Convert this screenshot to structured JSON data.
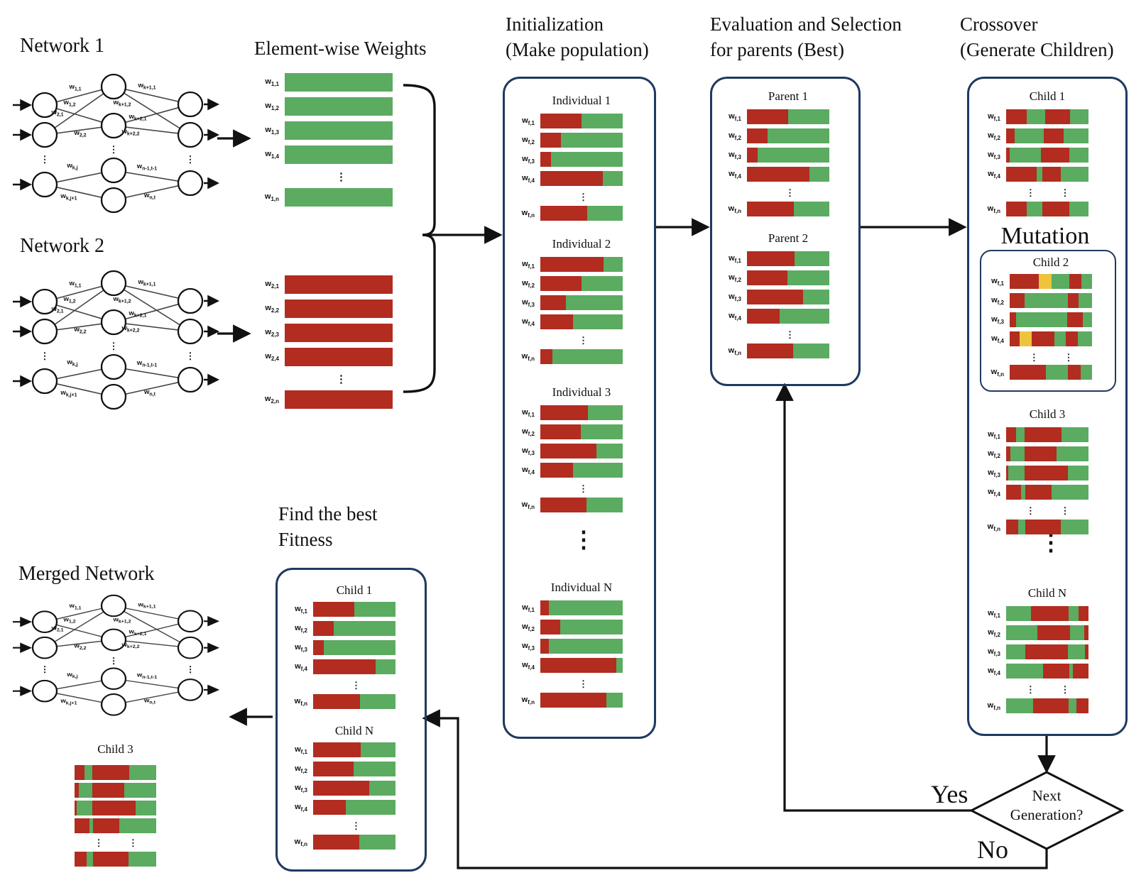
{
  "colors": {
    "green": "#5bab61",
    "red": "#b22c20",
    "yellow": "#eec33e",
    "navy": "#1e3a5f",
    "line": "#111111"
  },
  "glyphs": {
    "vellipsis": "⋮"
  },
  "weight_label_base": "w",
  "titles": {
    "network1": "Network 1",
    "network2": "Network 2",
    "merged_network": "Merged Network",
    "element_wise": "Element-wise Weights",
    "initialization_1": "Initialization",
    "initialization_2": "(Make population)",
    "evaluation_1": "Evaluation and Selection",
    "evaluation_2": "for parents (Best)",
    "crossover_1": "Crossover",
    "crossover_2": "(Generate Children)",
    "find_best_1": "Find the best",
    "find_best_2": "Fitness",
    "mutation": "Mutation"
  },
  "decision": {
    "line1": "Next",
    "line2": "Generation?",
    "yes": "Yes",
    "no": "No"
  },
  "network_weight_labels": [
    "1,1",
    "1,2",
    "2,1",
    "2,2",
    "k+1,1",
    "k+1,2",
    "k+2,1",
    "k+2,2",
    "k,j",
    "k,j+1",
    "n-1,t-1",
    "n,t"
  ],
  "element_wise": {
    "network1_weights": {
      "labels": [
        "1,1",
        "1,2",
        "1,3",
        "1,4",
        "1,n"
      ],
      "color": "green"
    },
    "network2_weights": {
      "labels": [
        "2,1",
        "2,2",
        "2,3",
        "2,4",
        "2,n"
      ],
      "color": "red"
    }
  },
  "bar_groups": {
    "individual1": {
      "title": "Individual 1",
      "labels": [
        "f,1",
        "f,2",
        "f,3",
        "f,4",
        "f,n"
      ],
      "dots": "single",
      "rows": [
        [
          [
            "r",
            50
          ],
          [
            "g",
            50
          ]
        ],
        [
          [
            "r",
            25
          ],
          [
            "g",
            75
          ]
        ],
        [
          [
            "r",
            13
          ],
          [
            "g",
            87
          ]
        ],
        [
          [
            "r",
            76
          ],
          [
            "g",
            24
          ]
        ],
        [
          [
            "r",
            57
          ],
          [
            "g",
            43
          ]
        ]
      ]
    },
    "individual2": {
      "title": "Individual 2",
      "labels": [
        "f,1",
        "f,2",
        "f,3",
        "f,4",
        "f,n"
      ],
      "dots": "single",
      "rows": [
        [
          [
            "r",
            77
          ],
          [
            "g",
            23
          ]
        ],
        [
          [
            "r",
            50
          ],
          [
            "g",
            50
          ]
        ],
        [
          [
            "r",
            31
          ],
          [
            "g",
            69
          ]
        ],
        [
          [
            "r",
            40
          ],
          [
            "g",
            60
          ]
        ],
        [
          [
            "r",
            15
          ],
          [
            "g",
            85
          ]
        ]
      ]
    },
    "individual3": {
      "title": "Individual 3",
      "labels": [
        "f,1",
        "f,2",
        "f,3",
        "f,4",
        "f,n"
      ],
      "dots": "single",
      "rows": [
        [
          [
            "r",
            58
          ],
          [
            "g",
            42
          ]
        ],
        [
          [
            "r",
            49
          ],
          [
            "g",
            51
          ]
        ],
        [
          [
            "r",
            68
          ],
          [
            "g",
            32
          ]
        ],
        [
          [
            "r",
            40
          ],
          [
            "g",
            60
          ]
        ],
        [
          [
            "r",
            56
          ],
          [
            "g",
            44
          ]
        ]
      ]
    },
    "individualN": {
      "title": "Individual N",
      "labels": [
        "f,1",
        "f,2",
        "f,3",
        "f,4",
        "f,n"
      ],
      "dots": "single",
      "rows": [
        [
          [
            "r",
            10
          ],
          [
            "g",
            90
          ]
        ],
        [
          [
            "r",
            24
          ],
          [
            "g",
            76
          ]
        ],
        [
          [
            "r",
            10
          ],
          [
            "g",
            90
          ]
        ],
        [
          [
            "r",
            92
          ],
          [
            "g",
            8
          ]
        ],
        [
          [
            "r",
            80
          ],
          [
            "g",
            20
          ]
        ]
      ]
    },
    "parent1": {
      "title": "Parent 1",
      "labels": [
        "f,1",
        "f,2",
        "f,3",
        "f,4",
        "f,n"
      ],
      "dots": "single",
      "rows": [
        [
          [
            "r",
            50
          ],
          [
            "g",
            50
          ]
        ],
        [
          [
            "r",
            25
          ],
          [
            "g",
            75
          ]
        ],
        [
          [
            "r",
            13
          ],
          [
            "g",
            87
          ]
        ],
        [
          [
            "r",
            76
          ],
          [
            "g",
            24
          ]
        ],
        [
          [
            "r",
            57
          ],
          [
            "g",
            43
          ]
        ]
      ]
    },
    "parent2": {
      "title": "Parent 2",
      "labels": [
        "f,1",
        "f,2",
        "f,3",
        "f,4",
        "f,n"
      ],
      "dots": "single",
      "rows": [
        [
          [
            "r",
            58
          ],
          [
            "g",
            42
          ]
        ],
        [
          [
            "r",
            49
          ],
          [
            "g",
            51
          ]
        ],
        [
          [
            "r",
            68
          ],
          [
            "g",
            32
          ]
        ],
        [
          [
            "r",
            40
          ],
          [
            "g",
            60
          ]
        ],
        [
          [
            "r",
            56
          ],
          [
            "g",
            44
          ]
        ]
      ]
    },
    "crossover_child1": {
      "title": "Child 1",
      "labels": [
        "f,1",
        "f,2",
        "f,3",
        "f,4",
        "f,n"
      ],
      "dots": "double",
      "rows": [
        [
          [
            "r",
            25
          ],
          [
            "g",
            22
          ],
          [
            "r",
            31
          ],
          [
            "g",
            22
          ]
        ],
        [
          [
            "r",
            10
          ],
          [
            "g",
            36
          ],
          [
            "r",
            24
          ],
          [
            "g",
            30
          ]
        ],
        [
          [
            "r",
            4
          ],
          [
            "g",
            38
          ],
          [
            "r",
            35
          ],
          [
            "g",
            23
          ]
        ],
        [
          [
            "r",
            37
          ],
          [
            "g",
            7
          ],
          [
            "r",
            22
          ],
          [
            "g",
            34
          ]
        ],
        [
          [
            "r",
            25
          ],
          [
            "g",
            19
          ],
          [
            "r",
            33
          ],
          [
            "g",
            23
          ]
        ]
      ]
    },
    "crossover_child2": {
      "title": "Child 2",
      "labels": [
        "f,1",
        "f,2",
        "f,3",
        "f,4",
        "f,n"
      ],
      "dots": "double",
      "rows": [
        [
          [
            "r",
            35
          ],
          [
            "y",
            16
          ],
          [
            "g",
            21
          ],
          [
            "r",
            15
          ],
          [
            "g",
            13
          ]
        ],
        [
          [
            "r",
            18
          ],
          [
            "g",
            53
          ],
          [
            "r",
            13
          ],
          [
            "g",
            16
          ]
        ],
        [
          [
            "r",
            8
          ],
          [
            "g",
            62
          ],
          [
            "r",
            19
          ],
          [
            "g",
            11
          ]
        ],
        [
          [
            "r",
            12
          ],
          [
            "y",
            15
          ],
          [
            "r",
            27
          ],
          [
            "g",
            14
          ],
          [
            "r",
            15
          ],
          [
            "g",
            17
          ]
        ],
        [
          [
            "r",
            44
          ],
          [
            "g",
            27
          ],
          [
            "r",
            15
          ],
          [
            "g",
            14
          ]
        ]
      ]
    },
    "crossover_child3": {
      "title": "Child 3",
      "labels": [
        "f,1",
        "f,2",
        "f,3",
        "f,4",
        "f,n"
      ],
      "dots": "double",
      "rows": [
        [
          [
            "r",
            12
          ],
          [
            "g",
            10
          ],
          [
            "r",
            45
          ],
          [
            "g",
            33
          ]
        ],
        [
          [
            "r",
            5
          ],
          [
            "g",
            17
          ],
          [
            "r",
            39
          ],
          [
            "g",
            39
          ]
        ],
        [
          [
            "r",
            3
          ],
          [
            "g",
            19
          ],
          [
            "r",
            53
          ],
          [
            "g",
            25
          ]
        ],
        [
          [
            "r",
            18
          ],
          [
            "g",
            5
          ],
          [
            "r",
            32
          ],
          [
            "g",
            45
          ]
        ],
        [
          [
            "r",
            15
          ],
          [
            "g",
            8
          ],
          [
            "r",
            43
          ],
          [
            "g",
            34
          ]
        ]
      ]
    },
    "crossover_childN": {
      "title": "Child N",
      "labels": [
        "f,1",
        "f,2",
        "f,3",
        "f,4",
        "f,n"
      ],
      "dots": "double",
      "rows": [
        [
          [
            "g",
            30
          ],
          [
            "r",
            46
          ],
          [
            "g",
            12
          ],
          [
            "r",
            12
          ]
        ],
        [
          [
            "g",
            38
          ],
          [
            "r",
            40
          ],
          [
            "g",
            17
          ],
          [
            "r",
            5
          ]
        ],
        [
          [
            "g",
            23
          ],
          [
            "r",
            52
          ],
          [
            "g",
            21
          ],
          [
            "r",
            4
          ]
        ],
        [
          [
            "g",
            45
          ],
          [
            "r",
            32
          ],
          [
            "g",
            4
          ],
          [
            "r",
            19
          ]
        ],
        [
          [
            "g",
            33
          ],
          [
            "r",
            43
          ],
          [
            "g",
            9
          ],
          [
            "r",
            15
          ]
        ]
      ]
    },
    "fitness_child1": {
      "title": "Child 1",
      "labels": [
        "f,1",
        "f,2",
        "f,3",
        "f,4",
        "f,n"
      ],
      "dots": "single",
      "rows": [
        [
          [
            "r",
            50
          ],
          [
            "g",
            50
          ]
        ],
        [
          [
            "r",
            25
          ],
          [
            "g",
            75
          ]
        ],
        [
          [
            "r",
            13
          ],
          [
            "g",
            87
          ]
        ],
        [
          [
            "r",
            76
          ],
          [
            "g",
            24
          ]
        ],
        [
          [
            "r",
            57
          ],
          [
            "g",
            43
          ]
        ]
      ]
    },
    "fitness_childN": {
      "title": "Child N",
      "labels": [
        "f,1",
        "f,2",
        "f,3",
        "f,4",
        "f,n"
      ],
      "dots": "single",
      "rows": [
        [
          [
            "r",
            58
          ],
          [
            "g",
            42
          ]
        ],
        [
          [
            "r",
            49
          ],
          [
            "g",
            51
          ]
        ],
        [
          [
            "r",
            68
          ],
          [
            "g",
            32
          ]
        ],
        [
          [
            "r",
            40
          ],
          [
            "g",
            60
          ]
        ],
        [
          [
            "r",
            56
          ],
          [
            "g",
            44
          ]
        ]
      ]
    },
    "merged_child3": {
      "title": "Child 3",
      "labels": null,
      "dots": "double",
      "rows": [
        [
          [
            "r",
            12
          ],
          [
            "g",
            10
          ],
          [
            "r",
            45
          ],
          [
            "g",
            33
          ]
        ],
        [
          [
            "r",
            5
          ],
          [
            "g",
            17
          ],
          [
            "r",
            39
          ],
          [
            "g",
            39
          ]
        ],
        [
          [
            "r",
            3
          ],
          [
            "g",
            19
          ],
          [
            "r",
            53
          ],
          [
            "g",
            25
          ]
        ],
        [
          [
            "r",
            18
          ],
          [
            "g",
            5
          ],
          [
            "r",
            32
          ],
          [
            "g",
            45
          ]
        ],
        [
          [
            "r",
            15
          ],
          [
            "g",
            8
          ],
          [
            "r",
            43
          ],
          [
            "g",
            34
          ]
        ]
      ]
    }
  }
}
